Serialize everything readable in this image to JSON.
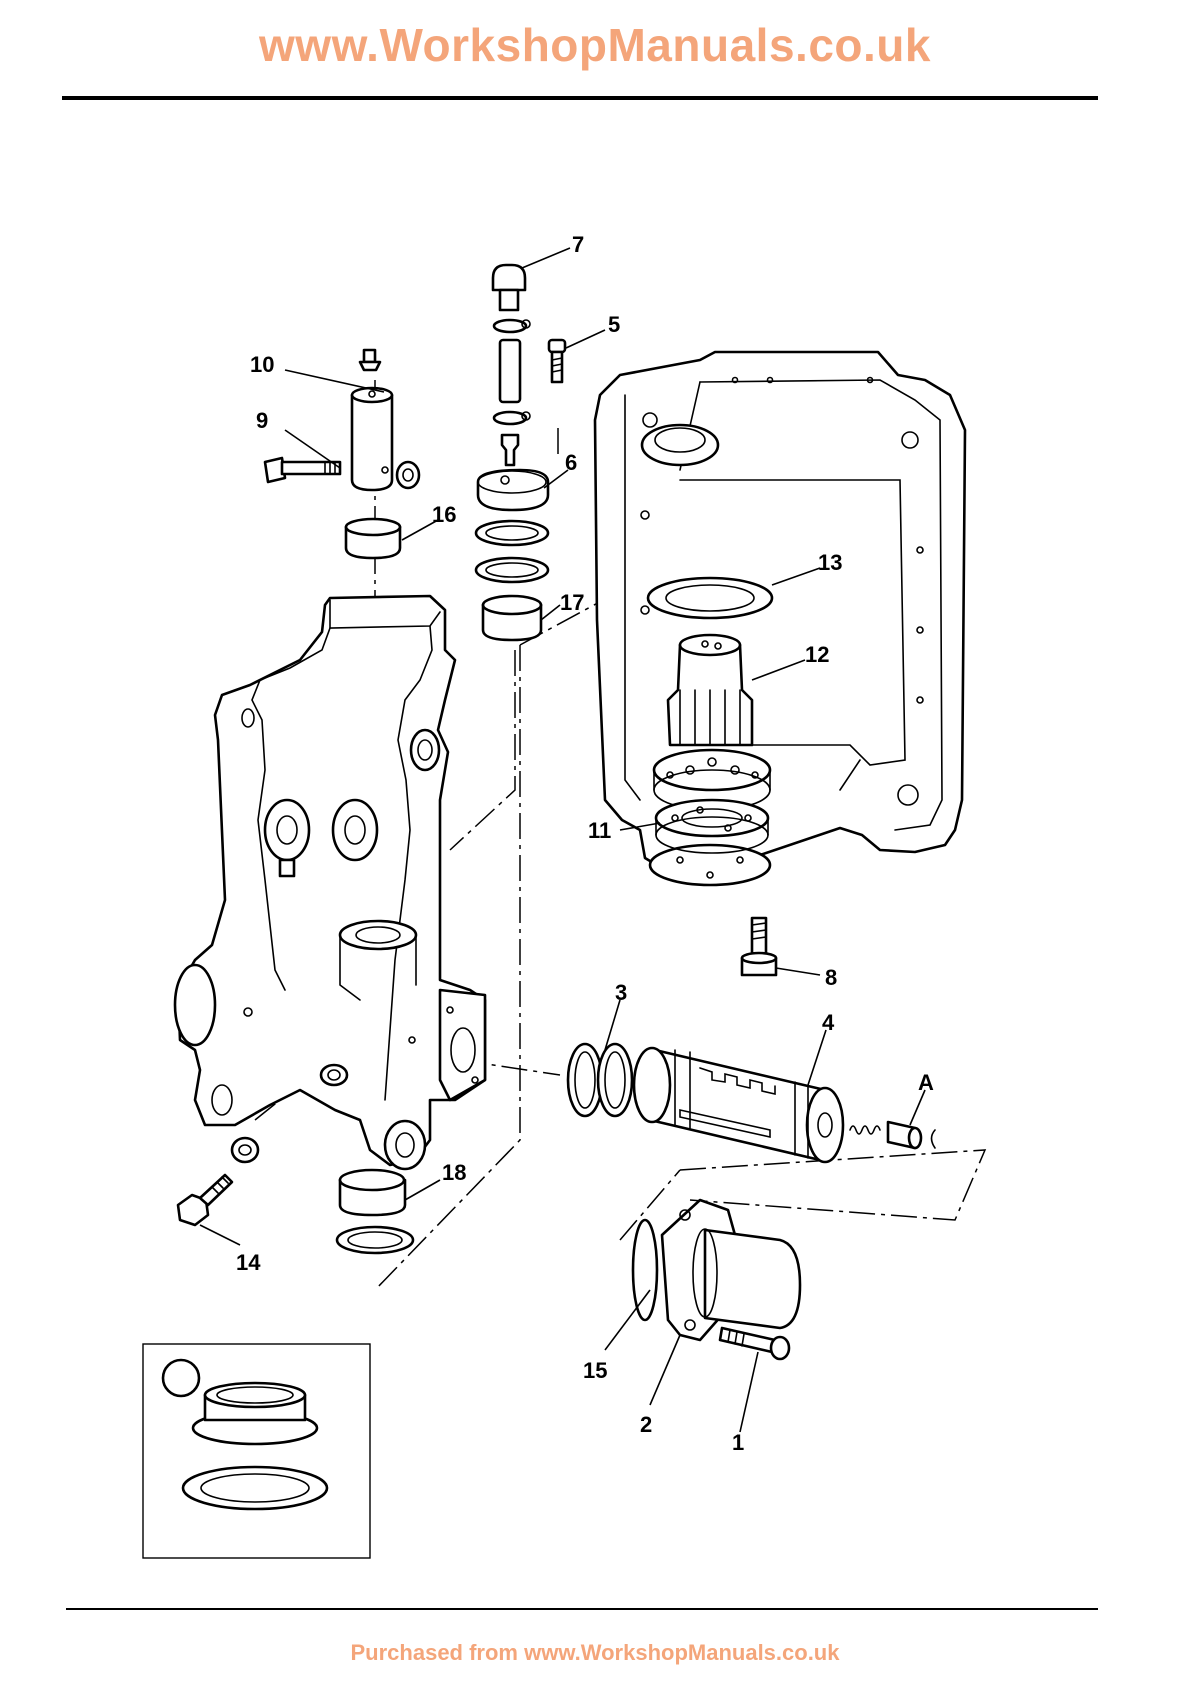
{
  "header": {
    "title": "www.WorkshopManuals.co.uk"
  },
  "footer": {
    "text": "Purchased from www.WorkshopManuals.co.uk"
  },
  "colors": {
    "brand": "#F4A57A",
    "ink": "#000000",
    "background": "#FFFFFF"
  },
  "callouts": {
    "c1": "1",
    "c2": "2",
    "c3": "3",
    "c4": "4",
    "c5": "5",
    "c6": "6",
    "c7": "7",
    "c8": "8",
    "c9": "9",
    "c10": "10",
    "c11": "11",
    "c12": "12",
    "c13": "13",
    "c14": "14",
    "c15": "15",
    "c16": "16",
    "c17": "17",
    "c18": "18",
    "cA": "A"
  }
}
